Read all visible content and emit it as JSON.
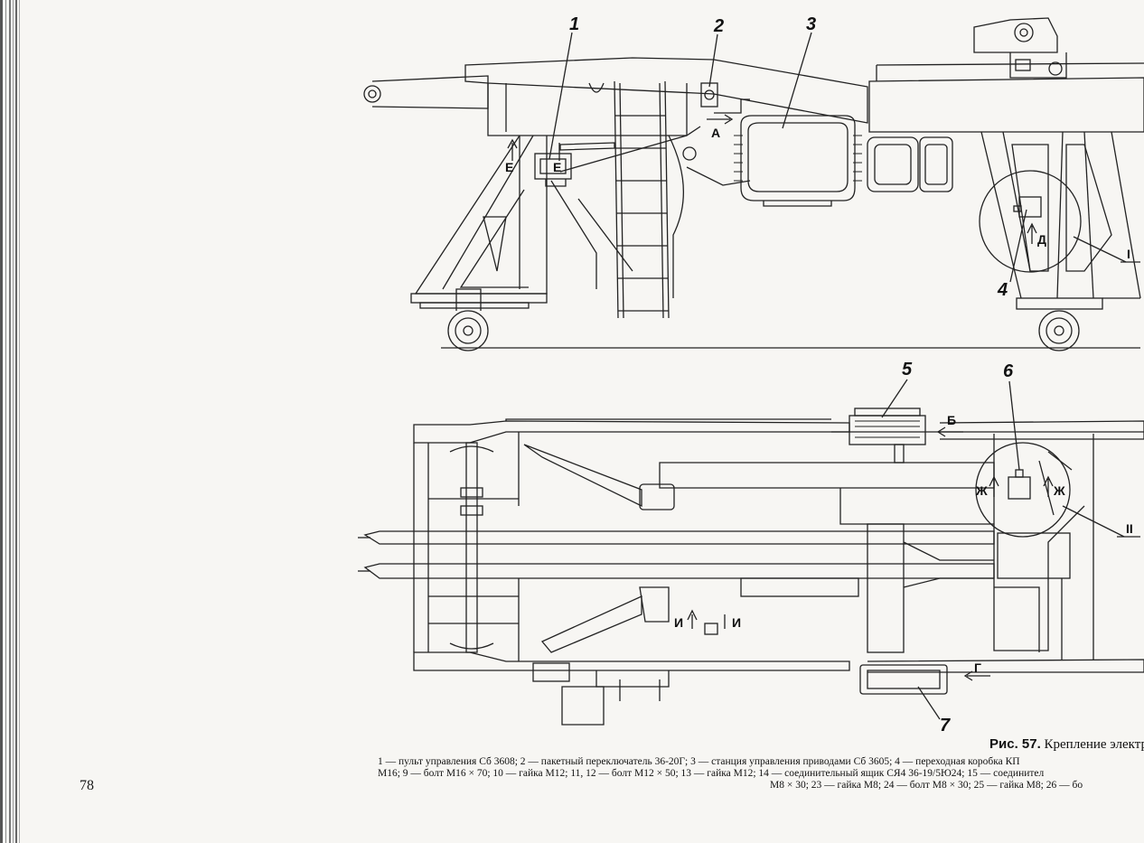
{
  "callouts": [
    {
      "id": "1",
      "label": "1"
    },
    {
      "id": "2",
      "label": "2"
    },
    {
      "id": "3",
      "label": "3"
    },
    {
      "id": "4",
      "label": "4"
    },
    {
      "id": "5",
      "label": "5"
    },
    {
      "id": "6",
      "label": "6"
    },
    {
      "id": "7",
      "label": "7"
    }
  ],
  "view_labels": {
    "A": "А",
    "B": "Б",
    "G": "Г",
    "D": "Д",
    "E": "Е",
    "ZH": "Ж",
    "I": "И",
    "roman1": "I",
    "roman2": "II"
  },
  "caption": {
    "prefix": "Рис. 57.",
    "title": "Крепление электр",
    "line1": "1 — пульт управления Сб 3608; 2 — пакетный переключатель 36-20Г; 3 — станция управления приводами Сб 3605; 4 — переходная коробка КП",
    "line2": "М16; 9 — болт М16 × 70; 10 — гайка М12; 11, 12 — болт М12 × 50; 13 — гайка М12; 14 — соединительный ящик СЯ4 36-19/5Ю24; 15 — соединител",
    "line3": "М8 × 30; 23 — гайка М8; 24 — болт М8 × 30; 25 — гайка М8; 26 — бо"
  },
  "page_number": "78"
}
